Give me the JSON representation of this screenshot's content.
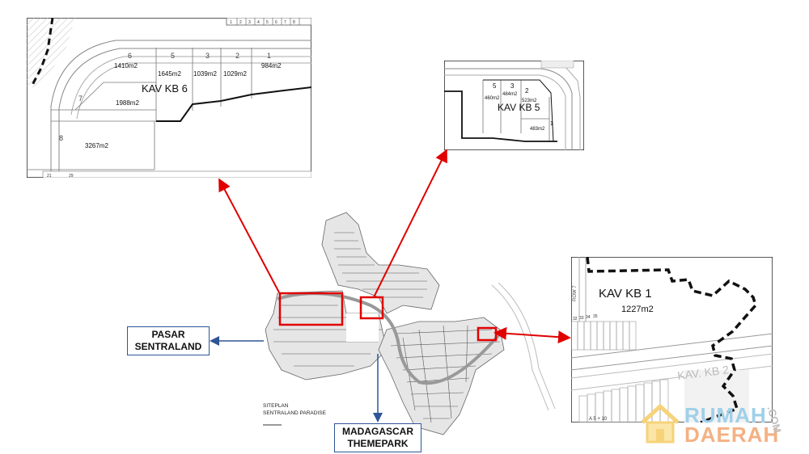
{
  "inset_kb6": {
    "title": "KAV KB 6",
    "lots": [
      {
        "no": "6",
        "area": "1410m2"
      },
      {
        "no": "5",
        "area": "1645m2"
      },
      {
        "no": "3",
        "area": "1039m2"
      },
      {
        "no": "2",
        "area": "1029m2"
      },
      {
        "no": "1",
        "area": "984m2"
      },
      {
        "no": "7",
        "area": "1988m2"
      },
      {
        "no": "8",
        "area": "3267m2"
      }
    ],
    "strip_numbers": [
      "1",
      "2",
      "3",
      "4",
      "5",
      "6",
      "7",
      "8"
    ],
    "bottom_numbers": [
      "21",
      "29"
    ]
  },
  "inset_kb5": {
    "title": "KAV KB 5",
    "lots": [
      {
        "no": "5",
        "area": "460m2"
      },
      {
        "no": "3",
        "area": "484m2"
      },
      {
        "no": "2",
        "area": "523m2"
      },
      {
        "no": "1",
        "area": "483m2"
      }
    ]
  },
  "inset_kb1": {
    "title": "KAV KB 1",
    "area": "1227m2",
    "faded_label": "KAV. KB 2",
    "road_label": "ROW 7",
    "numbers": [
      "32",
      "33",
      "34",
      "35"
    ],
    "bottom_label": "A 5 + 10"
  },
  "siteplan": {
    "caption_line1": "SITEPLAN",
    "caption_line2": "SENTRALAND PARADISE"
  },
  "callouts": {
    "pasar": {
      "line1": "PASAR",
      "line2": "SENTRALAND"
    },
    "madagascar": {
      "line1": "MADAGASCAR",
      "line2": "THEMEPARK"
    }
  },
  "watermark": {
    "top": "RUMAH",
    "bottom": "DAERAH",
    "suffix": ".COM"
  },
  "colors": {
    "highlight": "#e00000",
    "callout_arrow": "#2f5597"
  }
}
